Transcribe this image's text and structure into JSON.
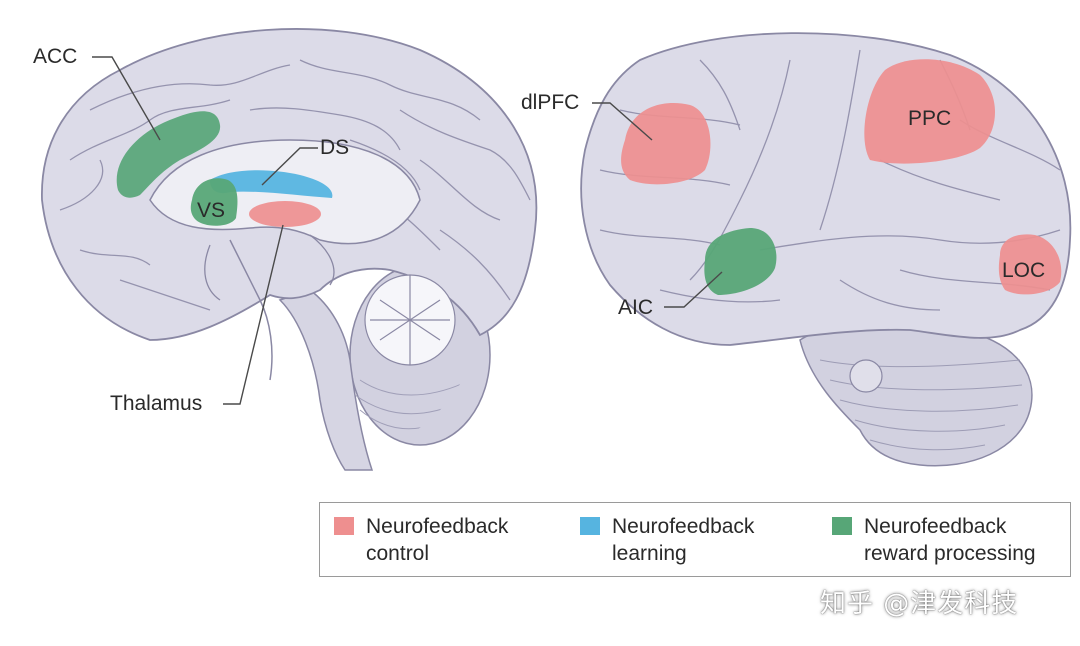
{
  "labels": {
    "acc": "ACC",
    "ds": "DS",
    "vs": "VS",
    "thalamus": "Thalamus",
    "dlpfc": "dlPFC",
    "ppc": "PPC",
    "aic": "AIC",
    "loc": "LOC"
  },
  "legend": {
    "items": [
      {
        "line1": "Neurofeedback",
        "line2": "control",
        "color": "#ee8f8f"
      },
      {
        "line1": "Neurofeedback",
        "line2": "learning",
        "color": "#56b4e0"
      },
      {
        "line1": "Neurofeedback",
        "line2": "reward processing",
        "color": "#57a677"
      }
    ]
  },
  "colors": {
    "brain": "#dcdbe8",
    "brain_outline": "#8a88a4",
    "control": "#ee8f8f",
    "learning": "#56b4e0",
    "reward": "#57a677"
  },
  "watermark": "知乎 @津发科技"
}
